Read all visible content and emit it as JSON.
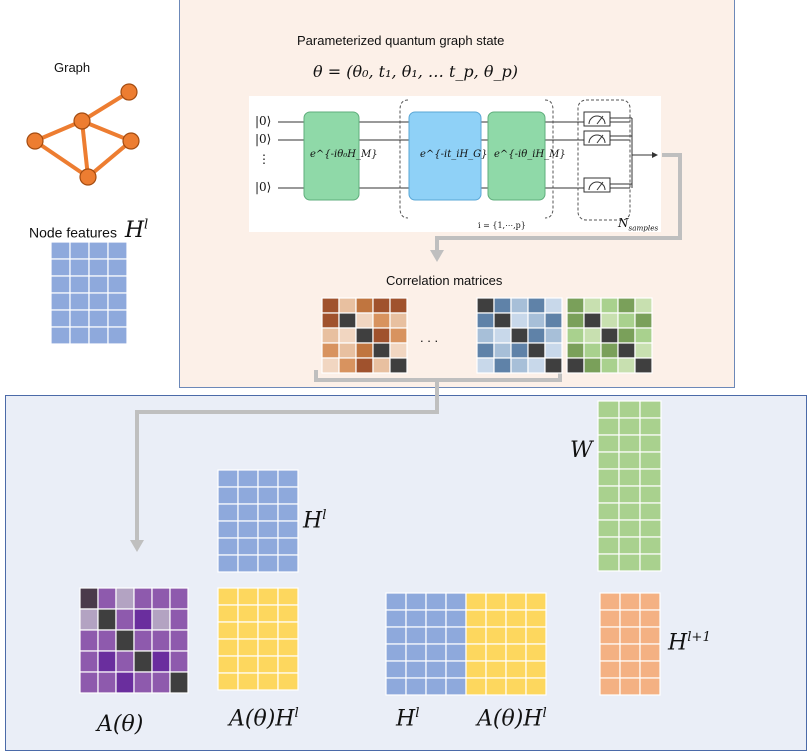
{
  "labels": {
    "graph": "Graph",
    "node_features": "Node features",
    "pqgs_title": "Parameterized quantum graph state",
    "theta_eq": "θ = (θ₀, t₁, θ₁, … t_p, θ_p)",
    "correlation": "Correlation matrices",
    "ellipsis": ". . .",
    "H": "H",
    "l": "l",
    "l_plus_1": "l+1",
    "W": "W",
    "A_theta": "A(θ)",
    "A_theta_H": "A(θ)H",
    "samples": "N",
    "samples_sub": "samples",
    "index_range": "i = {1,⋯,p}"
  },
  "circuit": {
    "kets": [
      "|0⟩",
      "|0⟩",
      "⋮",
      "|0⟩"
    ],
    "gate1": "e^{-iθ₀H_M}",
    "gate2": "e^{-it_iH_G}",
    "gate3": "e^{-iθ_iH_M}",
    "gate_colors": {
      "mixer": "#8fd9a8",
      "cost": "#8fd1f7"
    }
  },
  "colors": {
    "blue": "#8ea9dc",
    "yellow": "#fdd75e",
    "green": "#a9d18e",
    "orange": "#f4b183",
    "graph_orange": "#ed7d31",
    "arrow_gray": "#bfbfbf",
    "top_panel_bg": "#fcf0e8",
    "bottom_panel_bg": "#eaeef7"
  }
}
